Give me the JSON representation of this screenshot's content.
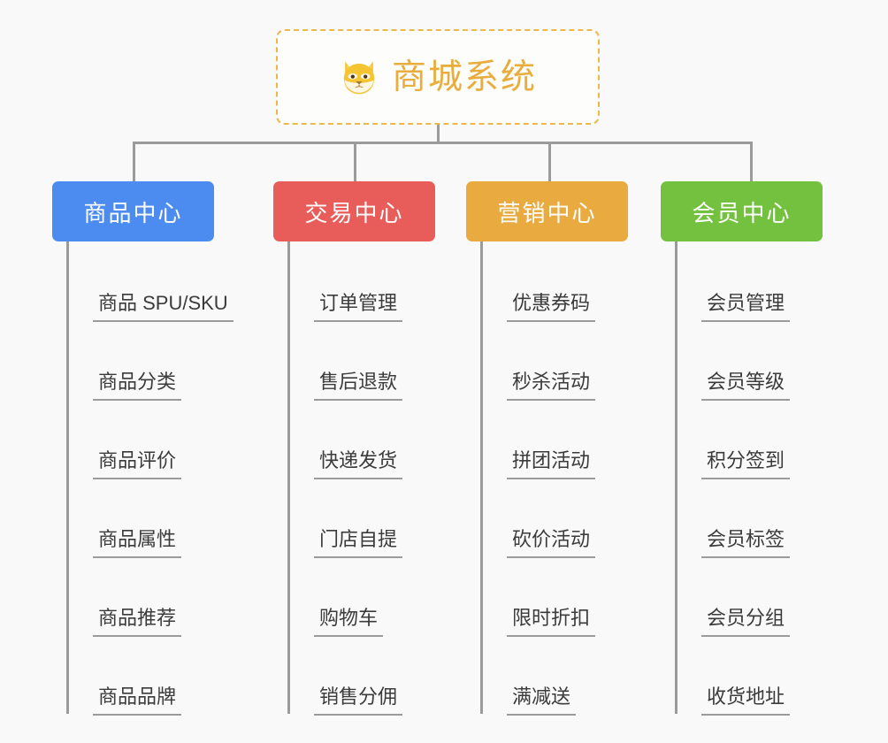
{
  "background_color": "#f9f9f9",
  "connector_color": "#9b9b9b",
  "root": {
    "title": "商城系统",
    "icon": "shiba-dog-face-icon",
    "text_color": "#e8ad3c",
    "border_color": "#edb74a",
    "background_color": "#fdfdfc"
  },
  "columns": [
    {
      "label": "商品中心",
      "color": "#4c8cf0",
      "items": [
        "商品 SPU/SKU",
        "商品分类",
        "商品评价",
        "商品属性",
        "商品推荐",
        "商品品牌"
      ]
    },
    {
      "label": "交易中心",
      "color": "#e85d5a",
      "items": [
        "订单管理",
        "售后退款",
        "快递发货",
        "门店自提",
        "购物车",
        "销售分佣"
      ]
    },
    {
      "label": "营销中心",
      "color": "#e9ab3f",
      "items": [
        "优惠券码",
        "秒杀活动",
        "拼团活动",
        "砍价活动",
        "限时折扣",
        "满减送"
      ]
    },
    {
      "label": "会员中心",
      "color": "#73c13f",
      "items": [
        "会员管理",
        "会员等级",
        "积分签到",
        "会员标签",
        "会员分组",
        "收货地址"
      ]
    }
  ]
}
